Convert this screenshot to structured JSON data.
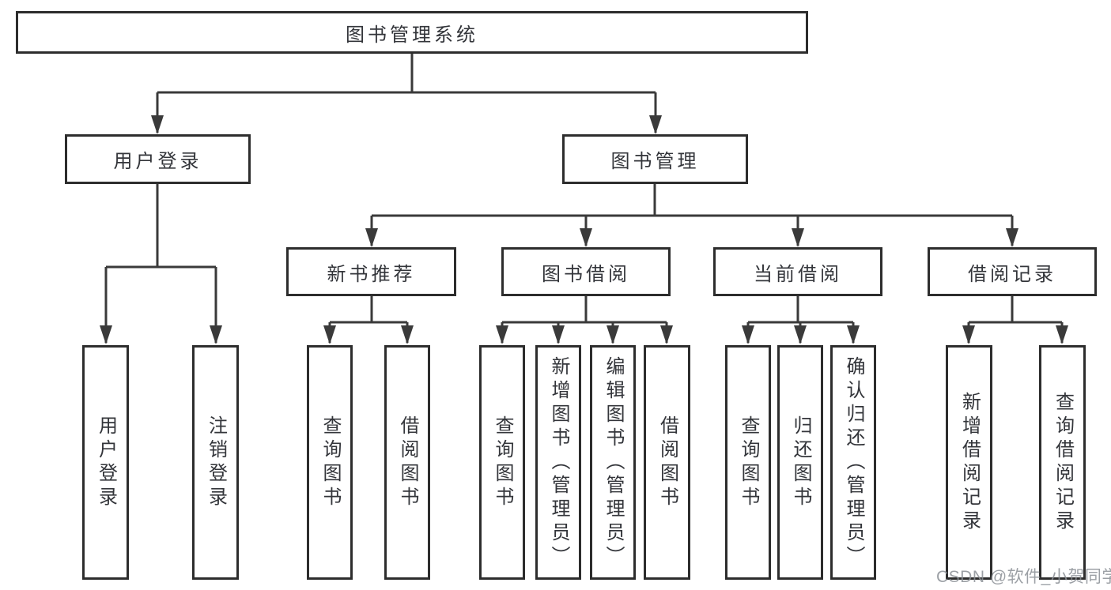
{
  "diagram": {
    "root": {
      "label": "图书管理系统",
      "children": [
        {
          "label": "用户登录",
          "children": [
            {
              "label": "用户登录"
            },
            {
              "label": "注销登录"
            }
          ]
        },
        {
          "label": "图书管理",
          "children": [
            {
              "label": "新书推荐",
              "children": [
                {
                  "label": "查询图书"
                },
                {
                  "label": "借阅图书"
                }
              ]
            },
            {
              "label": "图书借阅",
              "children": [
                {
                  "label": "查询图书"
                },
                {
                  "label": "新增图书（管理员）"
                },
                {
                  "label": "编辑图书（管理员）"
                },
                {
                  "label": "借阅图书"
                }
              ]
            },
            {
              "label": "当前借阅",
              "children": [
                {
                  "label": "查询图书"
                },
                {
                  "label": "归还图书"
                },
                {
                  "label": "确认归还（管理员）"
                }
              ]
            },
            {
              "label": "借阅记录",
              "children": [
                {
                  "label": "新增借阅记录"
                },
                {
                  "label": "查询借阅记录"
                }
              ]
            }
          ]
        }
      ]
    }
  },
  "watermark": {
    "text": "CSDN @软件_小贺同学"
  },
  "colors": {
    "line": "#3a3a3a",
    "box_border": "#2d2d2d",
    "text": "#33353a",
    "watermark": "#8b9096",
    "background": "#ffffff"
  }
}
